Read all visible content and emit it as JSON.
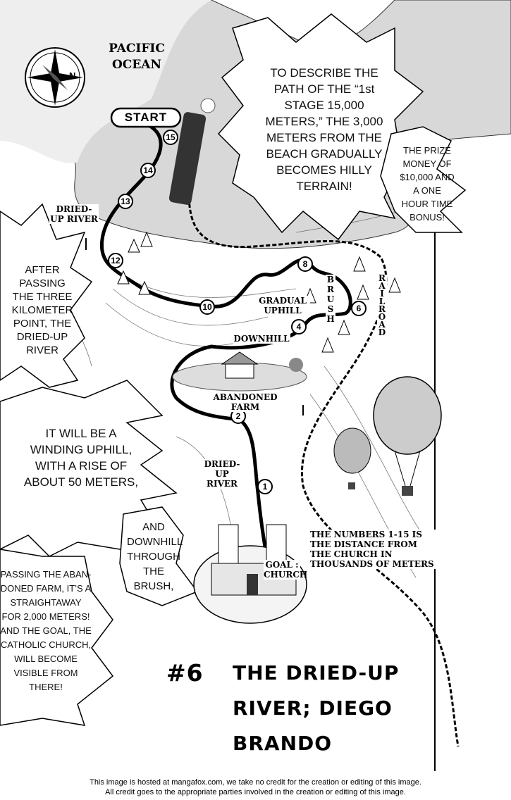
{
  "map": {
    "ocean_label": "PACIFIC OCEAN",
    "compass_letter": "N",
    "start_label": "START",
    "labels": {
      "dried_up_river_top": "DRIED-UP RIVER",
      "gradual_uphill": "GRADUAL UPHILL",
      "brush": "BRUSH",
      "railroad": "RAILROAD",
      "downhill": "DOWNHILL",
      "abandoned_farm": "ABANDONED FARM",
      "dried_up_river_bottom": "DRIED-UP RIVER",
      "goal": "GOAL : CHURCH",
      "numbers_note": "THE NUMBERS 1-15 IS THE DISTANCE FROM THE CHURCH IN THOUSANDS OF METERS"
    },
    "markers": [
      "15",
      "14",
      "13",
      "12",
      "10",
      "8",
      "6",
      "4",
      "2",
      "1"
    ]
  },
  "narration": {
    "path_description": "TO DESCRIBE THE PATH OF THE “1st STAGE 15,000 METERS,” THE 3,000 METERS FROM THE BEACH GRADUALLY BECOMES HILLY TERRAIN!",
    "prize": "THE PRIZE MONEY OF $10,000 AND A ONE HOUR TIME BONUS!",
    "three_km": "AFTER PASSING THE THREE KILOMETER POINT, THE DRIED-UP RIVER",
    "winding": "IT WILL BE A WINDING UPHILL, WITH A RISE OF ABOUT 50 METERS,",
    "downhill": "AND DOWNHILL THROUGH THE BRUSH,",
    "farm": "PASSING THE ABAN-DONED FARM, IT’S A STRAIGHTAWAY FOR 2,000 METERS! AND THE GOAL, THE CATHOLIC CHURCH, WILL BECOME VISIBLE FROM THERE!"
  },
  "chapter": {
    "number": "#6",
    "title_line1": "THE DRIED-UP",
    "title_line2": "RIVER; DIEGO",
    "title_line3": "BRANDO"
  },
  "credits": {
    "line1": "This image is hosted at mangafox.com, we take no credit for the creation or editing of this image.",
    "line2": "All credit goes to the appropriate parties involved in the creation or editing of this image."
  }
}
